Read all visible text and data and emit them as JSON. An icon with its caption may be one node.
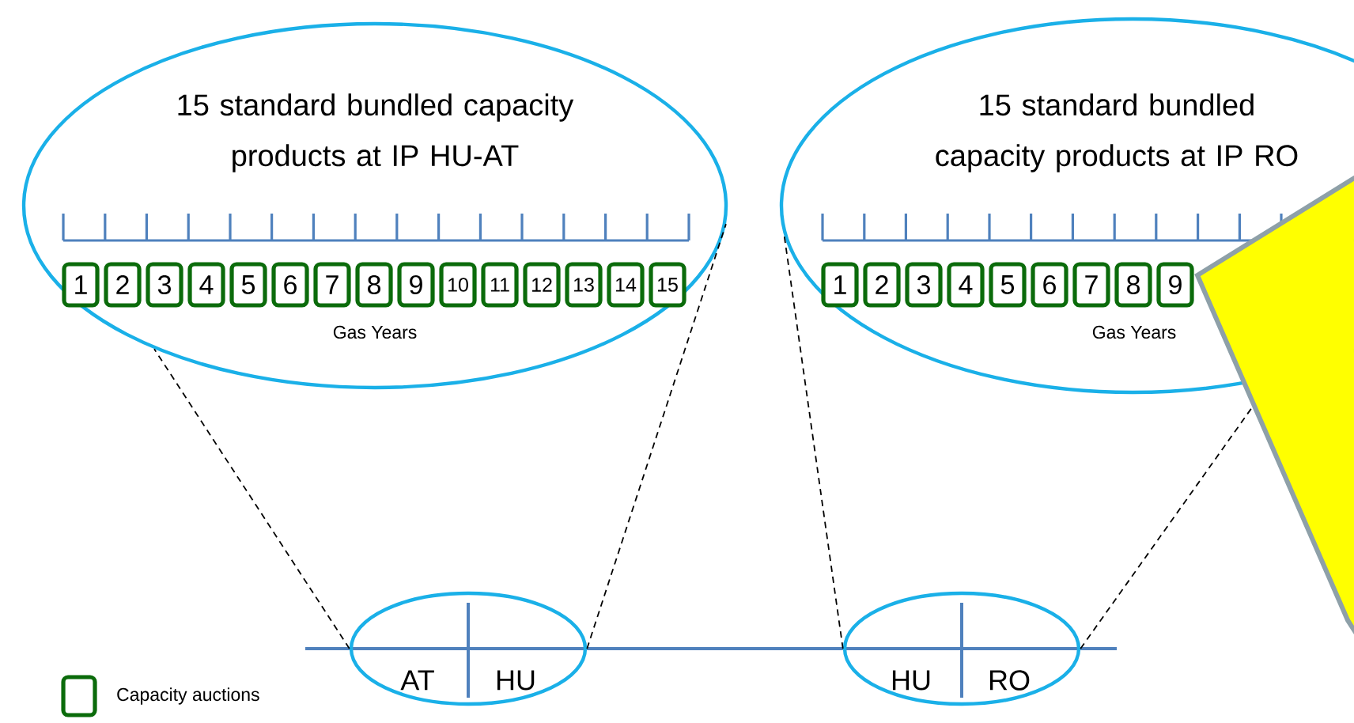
{
  "diagram": {
    "nodes": [
      {
        "text": [
          "15 standard bundled capacity products at IP HU-AT",
          "Gas Years"
        ]
      },
      {
        "text": [
          "1"
        ],
        "in": 0
      },
      {
        "text": [
          "2"
        ],
        "in": 0
      },
      {
        "text": [
          "3"
        ],
        "in": 0
      },
      {
        "text": [
          "4"
        ],
        "in": 0
      },
      {
        "text": [
          "5"
        ],
        "in": 0
      },
      {
        "text": [
          "6"
        ],
        "in": 0
      },
      {
        "text": [
          "7"
        ],
        "in": 0
      },
      {
        "text": [
          "8"
        ],
        "in": 0
      },
      {
        "text": [
          "9"
        ],
        "in": 0
      },
      {
        "text": [
          "10"
        ],
        "in": 0
      },
      {
        "text": [
          "11"
        ],
        "in": 0
      },
      {
        "text": [
          "12"
        ],
        "in": 0
      },
      {
        "text": [
          "13"
        ],
        "in": 0
      },
      {
        "text": [
          "14"
        ],
        "in": 0
      },
      {
        "text": [
          "15"
        ],
        "in": 0
      },
      {
        "text": [
          "15 standard bundled capacity products at IP RO",
          "Gas Years"
        ]
      },
      {
        "text": [
          "1"
        ],
        "in": 16
      },
      {
        "text": [
          "2"
        ],
        "in": 16
      },
      {
        "text": [
          "3"
        ],
        "in": 16
      },
      {
        "text": [
          "4"
        ],
        "in": 16
      },
      {
        "text": [
          "5"
        ],
        "in": 16
      },
      {
        "text": [
          "6"
        ],
        "in": 16
      },
      {
        "text": [
          "7"
        ],
        "in": 16
      },
      {
        "text": [
          "8"
        ],
        "in": 16
      },
      {
        "text": [
          "9"
        ],
        "in": 16
      },
      {
        "text": [
          "AT",
          "HU"
        ]
      },
      {
        "text": [
          "HU",
          "RO"
        ]
      }
    ],
    "edges": [
      {
        "from": 26,
        "to": 0,
        "arrow": "none",
        "style": "dashed"
      },
      {
        "from": 26,
        "to": 0,
        "arrow": "none",
        "style": "dashed"
      },
      {
        "from": 27,
        "to": 16,
        "arrow": "none",
        "style": "dashed"
      },
      {
        "from": 27,
        "to": 16,
        "arrow": "none",
        "style": "dashed"
      }
    ],
    "legend": [
      {
        "text": "Capacity auctions"
      }
    ]
  }
}
